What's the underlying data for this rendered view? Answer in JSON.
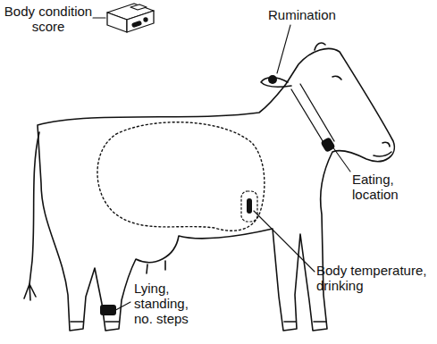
{
  "diagram": {
    "labels": [
      "Body condition score",
      "Rumination",
      "Eating, location",
      "Body temperature, drinking",
      "Lying, standing, no. steps"
    ]
  }
}
